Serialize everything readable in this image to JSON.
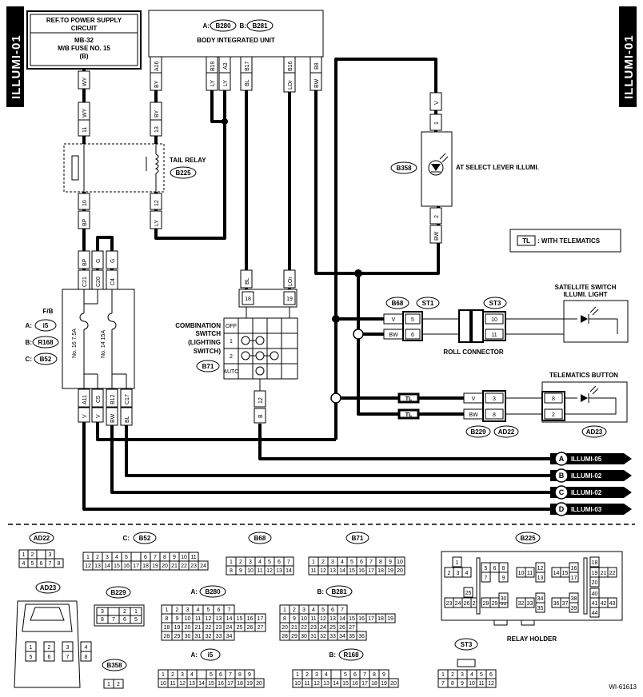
{
  "page": {
    "side_tab_left": "ILLUMI-01",
    "side_tab_right": "ILLUMI-01",
    "figure_id": "WI-61613"
  },
  "ref_box": {
    "line1": "REF.TO POWER SUPPLY",
    "line2": "CIRCUIT",
    "line3": "MB-32",
    "line4": "M/B FUSE NO. 15",
    "line5": "(B)"
  },
  "biu": {
    "code_a_prefix": "A:",
    "code_a": "B280",
    "code_b_prefix": "B:",
    "code_b": "B281",
    "label": "BODY INTEGRATED UNIT",
    "pins": [
      "A16",
      "B19",
      "A3",
      "B17",
      "B16",
      "B8"
    ],
    "wires": [
      "BY",
      "LY",
      "LY",
      "BL",
      "LOr",
      "BW"
    ]
  },
  "tail_relay": {
    "label": "TAIL RELAY",
    "code": "B225",
    "top_pins": [
      "11",
      "13"
    ],
    "top_wires": [
      "WY",
      "BY"
    ],
    "bottom_pins": [
      "10",
      "12"
    ],
    "bottom_wires": [
      "BP",
      "LY"
    ]
  },
  "ref_wire": "WY",
  "fb": {
    "label": "F/B",
    "a_prefix": "A:",
    "a_code": "i5",
    "b_prefix": "B:",
    "b_code": "R168",
    "c_prefix": "C:",
    "c_code": "B52",
    "fuse1": "No. 16  7.5A",
    "fuse2": "No. 14  15A",
    "top_pins": [
      "C21",
      "C20",
      "C4"
    ],
    "top_wires": [
      "BP",
      "G",
      "G"
    ],
    "bottom_pins": [
      "A11",
      "C5",
      "B12",
      "C17"
    ],
    "bottom_wires": [
      "V",
      "V",
      "BW",
      "BL"
    ]
  },
  "select_lever": {
    "code": "B358",
    "label": "AT SELECT LEVER ILLUMI.",
    "pin_top": "1",
    "wire_top": "V",
    "pin_bottom": "2",
    "wire_bottom": "BW"
  },
  "legend": {
    "key": "TL",
    "text": ": WITH TELEMATICS"
  },
  "combo_switch": {
    "label_lines": [
      "COMBINATION",
      "SWITCH",
      "(LIGHTING",
      "SWITCH)"
    ],
    "code": "B71",
    "rows": [
      "OFF",
      "1",
      "2",
      "AUTO"
    ],
    "top_pins": [
      "18",
      "19"
    ],
    "top_wires": [
      "BL",
      "LOr"
    ],
    "bottom_pin": "12",
    "bottom_wire": "B"
  },
  "satellite": {
    "label_line1": "SATELLITE SWITCH",
    "label_line2": "ILLUMI. LIGHT",
    "b68": "B68",
    "st1": "ST1",
    "st3": "ST3",
    "left_pins": [
      "5",
      "6"
    ],
    "left_wires": [
      "V",
      "BW"
    ],
    "right_pins": [
      "10",
      "11"
    ],
    "roll_connector": "ROLL CONNECTOR"
  },
  "telematics": {
    "label": "TELEMATICS BUTTON",
    "tl": [
      "TL",
      "TL"
    ],
    "wires": [
      "V",
      "BW"
    ],
    "pins": [
      "3",
      "8"
    ],
    "button_pins": [
      "8",
      "2"
    ],
    "b229": "B229",
    "ad22": "AD22",
    "ad23": "AD23"
  },
  "refs": [
    {
      "letter": "A",
      "label": "ILLUMI-05"
    },
    {
      "letter": "B",
      "label": "ILLUMI-02"
    },
    {
      "letter": "C",
      "label": "ILLUMI-02"
    },
    {
      "letter": "D",
      "label": "ILLUMI-03"
    }
  ],
  "connectors": {
    "ad22": {
      "code": "AD22",
      "row1": [
        "1",
        "2",
        "",
        "3"
      ],
      "row2": [
        "4",
        "5",
        "6",
        "7",
        "8"
      ]
    },
    "b52": {
      "prefix": "C:",
      "code": "B52",
      "row1": [
        "1",
        "2",
        "3",
        "4",
        "5",
        "",
        "6",
        "7",
        "8",
        "9",
        "10",
        "11"
      ],
      "row2": [
        "12",
        "13",
        "14",
        "15",
        "16",
        "17",
        "18",
        "19",
        "20",
        "21",
        "22",
        "23",
        "24"
      ]
    },
    "b68": {
      "code": "B68",
      "row1": [
        "1",
        "2",
        "3",
        "4",
        "5",
        "6",
        "7"
      ],
      "row2": [
        "8",
        "9",
        "10",
        "11",
        "12",
        "13",
        "14"
      ]
    },
    "b71": {
      "code": "B71",
      "row1": [
        "1",
        "2",
        "3",
        "4",
        "5",
        "6",
        "7",
        "8",
        "9",
        "10"
      ],
      "row2": [
        "11",
        "12",
        "13",
        "14",
        "15",
        "16",
        "17",
        "18",
        "19",
        "20"
      ]
    },
    "b225": {
      "code": "B225",
      "label": "RELAY HOLDER",
      "cells": [
        "1",
        "2",
        "3",
        "4",
        "5",
        "6",
        "7",
        "8",
        "9",
        "10",
        "11",
        "12",
        "13",
        "14",
        "15",
        "16",
        "17",
        "18",
        "19",
        "20",
        "21",
        "22",
        "23",
        "24",
        "25",
        "26",
        "27",
        "28",
        "29",
        "30",
        "31",
        "32",
        "33",
        "34",
        "35",
        "36",
        "37",
        "38",
        "39",
        "40",
        "41",
        "42",
        "43",
        "44"
      ]
    },
    "ad23": {
      "code": "AD23",
      "row1": [
        "1",
        "2",
        "3",
        "4"
      ],
      "row2": [
        "5",
        "6",
        "7",
        "8"
      ]
    },
    "b229": {
      "code": "B229",
      "row1": [
        "3",
        "",
        "2",
        "1"
      ],
      "row2": [
        "8",
        "7",
        "6",
        "5"
      ]
    },
    "b280": {
      "prefix": "A:",
      "code": "B280",
      "row1": [
        "1",
        "2",
        "3",
        "4",
        "5",
        "6",
        "7"
      ],
      "row2": [
        "8",
        "9",
        "10",
        "11",
        "12",
        "13",
        "14",
        "15",
        "16",
        "17"
      ],
      "row3": [
        "18",
        "19",
        "20",
        "21",
        "22",
        "23",
        "24",
        "25",
        "26",
        "27"
      ],
      "row4": [
        "28",
        "29",
        "30",
        "31",
        "32",
        "33",
        "34"
      ]
    },
    "b281": {
      "prefix": "B:",
      "code": "B281",
      "row1": [
        "1",
        "2",
        "3",
        "4",
        "5",
        "6",
        "7"
      ],
      "row2": [
        "8",
        "9",
        "10",
        "11",
        "12",
        "13",
        "14",
        "15",
        "16",
        "17",
        "18",
        "19"
      ],
      "row3": [
        "20",
        "21",
        "22",
        "23",
        "24",
        "25",
        "26",
        "27"
      ],
      "row4": [
        "28",
        "29",
        "30",
        "31",
        "32",
        "33",
        "34",
        "35",
        "36"
      ]
    },
    "b358": {
      "code": "B358",
      "row1": [
        "1",
        "2"
      ]
    },
    "i5": {
      "prefix": "A:",
      "code": "i5",
      "row1": [
        "1",
        "2",
        "3",
        "4",
        "",
        "5",
        "6",
        "7",
        "8",
        "9"
      ],
      "row2": [
        "10",
        "11",
        "12",
        "13",
        "14",
        "15",
        "16",
        "17",
        "18",
        "19",
        "20"
      ]
    },
    "r168": {
      "prefix": "B:",
      "code": "R168",
      "row1": [
        "1",
        "2",
        "3",
        "4",
        "",
        "5",
        "6",
        "7",
        "8",
        "9"
      ],
      "row2": [
        "10",
        "11",
        "12",
        "13",
        "14",
        "15",
        "16",
        "17",
        "18",
        "19",
        "20"
      ]
    },
    "st3": {
      "code": "ST3",
      "row1": [
        "1",
        "2",
        "3",
        "4",
        "5",
        "6"
      ],
      "row2": [
        "7",
        "8",
        "9",
        "10",
        "11",
        "12"
      ]
    }
  }
}
